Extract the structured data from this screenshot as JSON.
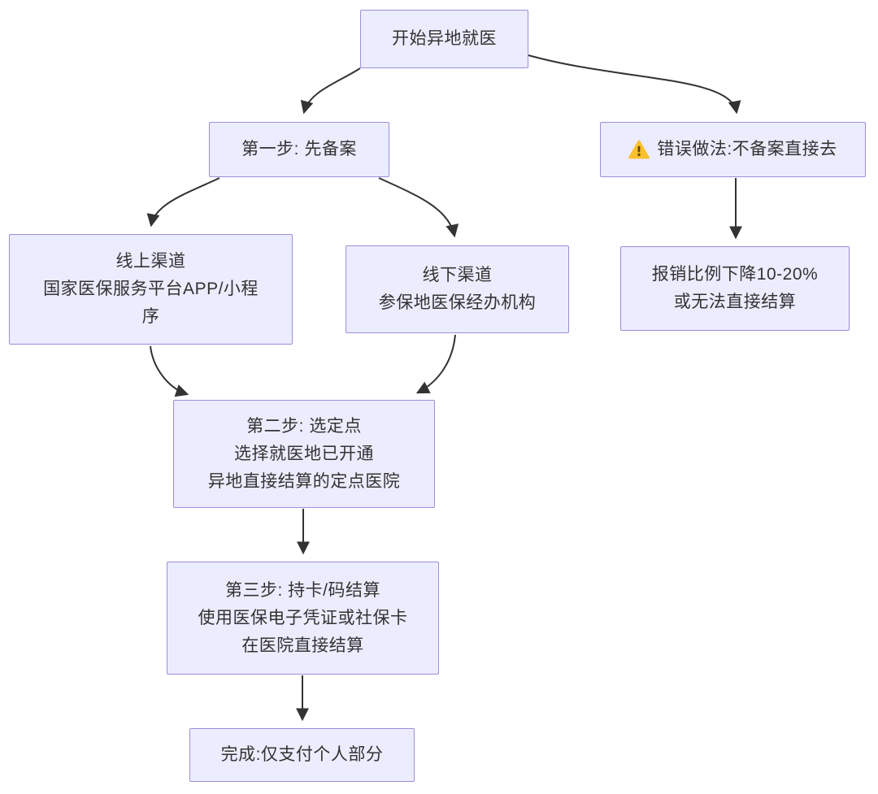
{
  "diagram_type": "flowchart",
  "nodes": {
    "start": {
      "label": "开始异地就医"
    },
    "step1": {
      "label": "第一步: 先备案"
    },
    "warning": {
      "label": "错误做法:不备案直接去",
      "icon": "warning-triangle"
    },
    "online": {
      "label": "线上渠道\n国家医保服务平台APP/小程\n序"
    },
    "offline": {
      "label": "线下渠道\n参保地医保经办机构"
    },
    "penalty": {
      "label": "报销比例下降10-20%\n或无法直接结算"
    },
    "step2": {
      "label": "第二步: 选定点\n选择就医地已开通\n异地直接结算的定点医院"
    },
    "step3": {
      "label": "第三步: 持卡/码结算\n使用医保电子凭证或社保卡\n在医院直接结算"
    },
    "done": {
      "label": "完成:仅支付个人部分"
    }
  },
  "edges": [
    {
      "from": "start",
      "to": "step1"
    },
    {
      "from": "start",
      "to": "warning"
    },
    {
      "from": "step1",
      "to": "online"
    },
    {
      "from": "step1",
      "to": "offline"
    },
    {
      "from": "online",
      "to": "step2"
    },
    {
      "from": "offline",
      "to": "step2"
    },
    {
      "from": "warning",
      "to": "penalty"
    },
    {
      "from": "step2",
      "to": "step3"
    },
    {
      "from": "step3",
      "to": "done"
    }
  ],
  "colors": {
    "node_fill": "#ECECFF",
    "node_border": "#9C8ED9",
    "text": "#333333",
    "arrow": "#333333",
    "warning_icon_fill": "#FBC02D",
    "warning_icon_mark": "#5C4710"
  }
}
